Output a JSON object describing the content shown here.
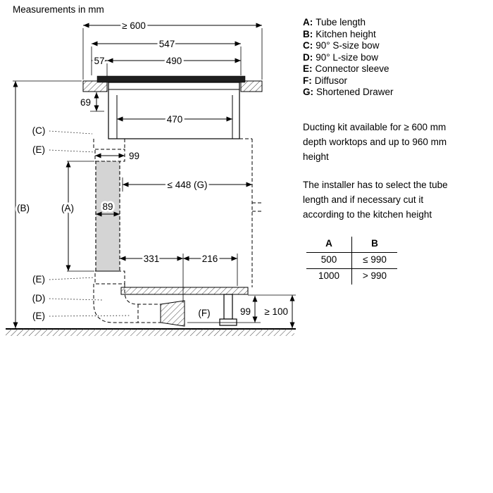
{
  "title": "Measurements in mm",
  "legend": {
    "items": [
      {
        "key": "A:",
        "label": "Tube length"
      },
      {
        "key": "B:",
        "label": "Kitchen height"
      },
      {
        "key": "C:",
        "label": "90° S-size bow"
      },
      {
        "key": "D:",
        "label": "90° L-size bow"
      },
      {
        "key": "E:",
        "label": "Connector sleeve"
      },
      {
        "key": "F:",
        "label": "Diffusor"
      },
      {
        "key": "G:",
        "label": "Shortened Drawer"
      }
    ]
  },
  "notes": [
    {
      "lines": [
        "Ducting kit available for ≥ 600 mm",
        "depth worktops and up to 960 mm",
        "height"
      ]
    },
    {
      "lines": [
        "The installer has to select the tube",
        "length and if necessary cut it",
        "according to the kitchen height"
      ]
    }
  ],
  "table": {
    "headers": [
      "A",
      "B"
    ],
    "rows": [
      [
        "500",
        "≤ 990"
      ],
      [
        "1000",
        "> 990"
      ]
    ]
  },
  "diagram": {
    "dims": {
      "worktop_depth": "≥ 600",
      "flange_width": "547",
      "front_offset": "57",
      "cutout_width": "490",
      "hob_under_depth": "69",
      "inner_width": "470",
      "sleeve_width": "99",
      "drawer_depth": "≤ 448 (G)",
      "tube_width": "89",
      "offset_331": "331",
      "offset_216": "216",
      "plinth_duct_height": "99",
      "floor_clearance": "≥ 100"
    },
    "callouts": {
      "a": "(A)",
      "b": "(B)",
      "c": "(C)",
      "d": "(D)",
      "e": "(E)",
      "f": "(F)"
    }
  }
}
